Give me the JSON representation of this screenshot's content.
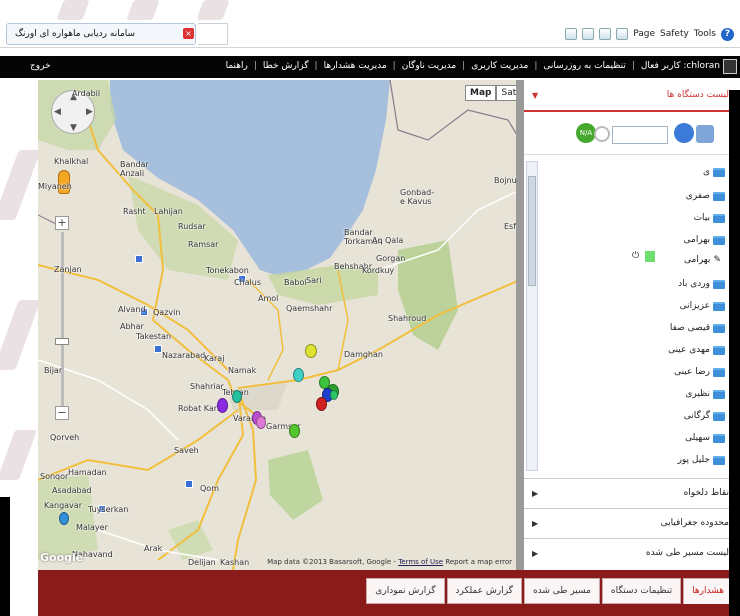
{
  "browser": {
    "tab_title": "سامانه ردیابی ماهواره ای اورنگ",
    "cmd": {
      "page": "Page",
      "safety": "Safety",
      "tools": "Tools",
      "help_glyph": "?"
    }
  },
  "app": {
    "logout": "خروج",
    "nav": [
      "کاربر فعال :chloran",
      "تنظیمات به روزرسانی",
      "مدیریت کاربری",
      "مدیریت ناوگان",
      "مدیریت هشدارها",
      "گزارش خطا",
      "راهنما"
    ]
  },
  "map": {
    "type_map": "Map",
    "type_satellite": "Satellite",
    "footer_data": "Map data ©2013 Basarsoft, Google -",
    "footer_terms": "Terms of Use",
    "footer_report": "Report a map error",
    "google": "Google",
    "zoom_plus": "+",
    "zoom_minus": "−",
    "cities": [
      {
        "label": "Ardabil"
      },
      {
        "label": "Khalkhal"
      },
      {
        "label": "Bandar Anzali"
      },
      {
        "label": "Rasht"
      },
      {
        "label": "Lahijan"
      },
      {
        "label": "Rudsar"
      },
      {
        "label": "Ramsar"
      },
      {
        "label": "Tonekabon"
      },
      {
        "label": "Chalus"
      },
      {
        "label": "Zanjan"
      },
      {
        "label": "Alvand"
      },
      {
        "label": "Qazvin"
      },
      {
        "label": "Abhar"
      },
      {
        "label": "Takestan"
      },
      {
        "label": "Nazarabad"
      },
      {
        "label": "Karaj"
      },
      {
        "label": "Namak"
      },
      {
        "label": "Shahriar"
      },
      {
        "label": "Tehran"
      },
      {
        "label": "Robat Karim"
      },
      {
        "label": "Varamin"
      },
      {
        "label": "Garmsar"
      },
      {
        "label": "Saveh"
      },
      {
        "label": "Qom"
      },
      {
        "label": "Hamadan"
      },
      {
        "label": "Asadabad"
      },
      {
        "label": "Kangavar"
      },
      {
        "label": "Tuyserkan"
      },
      {
        "label": "Malayer"
      },
      {
        "label": "Nahavand"
      },
      {
        "label": "Arak"
      },
      {
        "label": "Delijan"
      },
      {
        "label": "Kashan"
      },
      {
        "label": "Amol"
      },
      {
        "label": "Babol"
      },
      {
        "label": "Sari"
      },
      {
        "label": "Qaemshahr"
      },
      {
        "label": "Behshahr"
      },
      {
        "label": "Kordkuy"
      },
      {
        "label": "Gorgan"
      },
      {
        "label": "Bandar Torkaman"
      },
      {
        "label": "Aq Qala"
      },
      {
        "label": "Gonbad-e Kavus"
      },
      {
        "label": "Shahroud"
      },
      {
        "label": "Damghan"
      },
      {
        "label": "Bijar"
      },
      {
        "label": "Qorveh"
      },
      {
        "label": "Sonqor"
      },
      {
        "label": "Miyaneh"
      },
      {
        "label": "Bojnurd"
      },
      {
        "label": "Esf"
      }
    ],
    "markers": [
      {
        "color": "#dfe332"
      },
      {
        "color": "#3fd0c8"
      },
      {
        "color": "#3dc33d"
      },
      {
        "color": "#2ca02c"
      },
      {
        "color": "#1e3fd0"
      },
      {
        "color": "#d02020"
      },
      {
        "color": "#2fc66a"
      },
      {
        "color": "#8a2be2"
      },
      {
        "color": "#25c2a0"
      },
      {
        "color": "#b84fd0"
      },
      {
        "color": "#e07ad8"
      },
      {
        "color": "#52c82e"
      },
      {
        "color": "#2f8fd8"
      }
    ]
  },
  "panel": {
    "header": "لیست دستگاه ها",
    "tree_items": [
      "ی",
      "صفری",
      "بیات",
      "بهرامی",
      "بهرامی",
      "وردی باد",
      "عزیزانی",
      "قیصی صفا",
      "مهدی عینی",
      "رضا عینی",
      "نظیری",
      "گرگانی",
      "سهیلی",
      "جلیل پور"
    ],
    "device_status_label": "N/A",
    "sections": [
      "نقاط دلخواه",
      "محدوده جغرافیایی",
      "لیست مسیر طی شده"
    ],
    "toolbar_colors": {
      "green": "#46a82c",
      "blue": "#3b7ad8"
    }
  },
  "bottom_tabs": [
    "هشدارها",
    "تنظیمات دستگاه",
    "مسیر طی شده",
    "گزارش عملکرد",
    "گزارش نمودارى"
  ],
  "icons": {
    "home": "home-icon",
    "search": "search-icon",
    "refresh": "refresh-icon",
    "edit": "edit-icon",
    "folder": "folder-icon",
    "pegman": "pegman-icon",
    "close": "close-icon"
  }
}
